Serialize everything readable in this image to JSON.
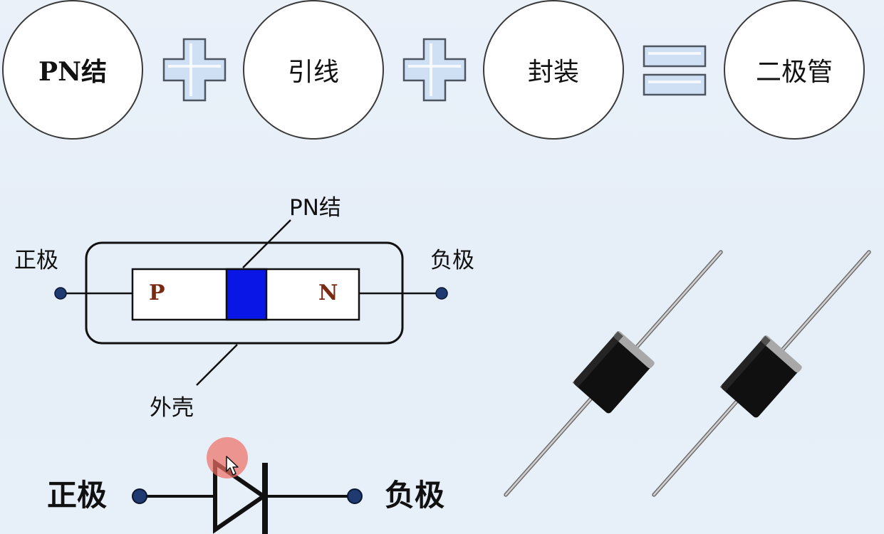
{
  "equation": {
    "term1": "PN结",
    "term2": "引线",
    "term3": "封装",
    "result": "二极管"
  },
  "structure": {
    "junction_label": "PN结",
    "anode_label": "正极",
    "cathode_label": "负极",
    "p_label": "P",
    "n_label": "N",
    "case_label": "外壳"
  },
  "symbol": {
    "anode_label": "正极",
    "cathode_label": "负极"
  },
  "colors": {
    "junction": "#0a16e6",
    "terminal": "#1f3a70",
    "pn_text": "#7a2a12",
    "operator_fill": "#cfe0f5"
  }
}
